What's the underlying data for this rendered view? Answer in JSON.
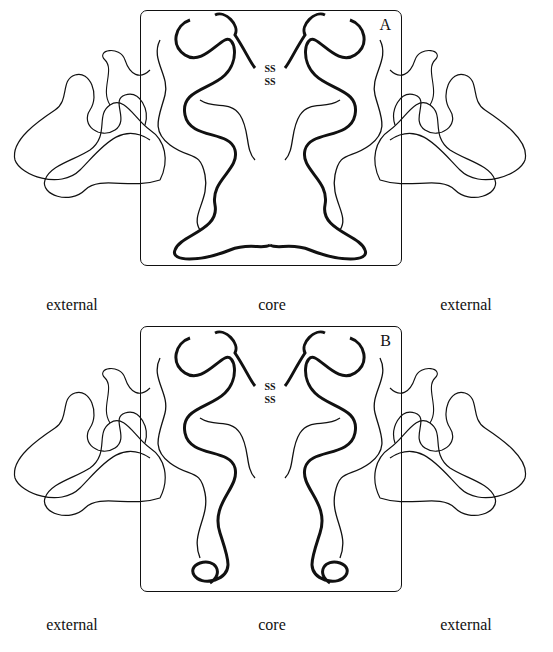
{
  "diagram": {
    "nodes": [
      {
        "text": [
          "A"
        ]
      },
      {
        "text": [
          "B"
        ]
      }
    ],
    "labels": [
      "SS",
      "SS",
      "external",
      "core",
      "external",
      "SS",
      "SS",
      "external",
      "core",
      "external"
    ]
  }
}
